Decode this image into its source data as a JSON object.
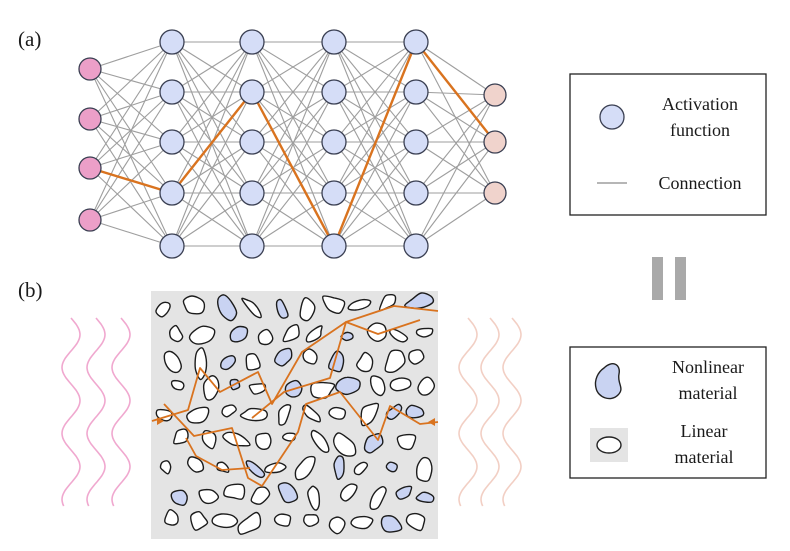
{
  "panel_a": {
    "label": "(a)",
    "layer_sizes": [
      4,
      5,
      5,
      5,
      5,
      3
    ],
    "highlight_path": [
      2,
      3,
      1,
      4,
      0,
      1
    ]
  },
  "panel_b": {
    "label": "(b)"
  },
  "legend_a": {
    "activation_label_line1": "Activation",
    "activation_label_line2": "function",
    "connection_label": "Connection"
  },
  "legend_b": {
    "nonlinear_label_line1": "Nonlinear",
    "nonlinear_label_line2": "material",
    "linear_label_line1": "Linear",
    "linear_label_line2": "material"
  },
  "colors": {
    "input_node": "#ec9fc8",
    "hidden_node": "#d5ddf7",
    "output_node": "#f0d3cc",
    "connection": "#9e9e9e",
    "highlight": "#d9731f",
    "nonlinear_particle": "#c9d3f2",
    "linear_particle": "#ffffff",
    "medium_bg": "#e4e4e4",
    "wave_in": "#f0a8cf",
    "wave_out": "#f2cfc4",
    "equals_sign": "#a9a9a9"
  }
}
